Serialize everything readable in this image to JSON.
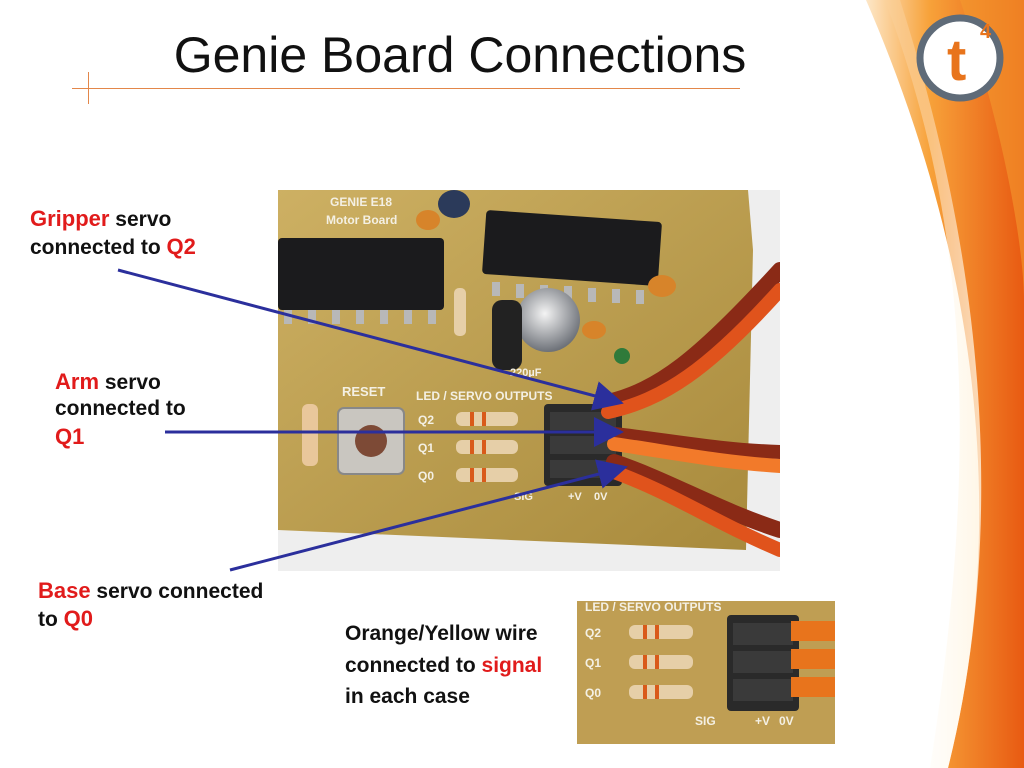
{
  "slide": {
    "title": "Genie Board Connections"
  },
  "labels": {
    "gripper": {
      "name": "Gripper",
      "mid": " servo connected to ",
      "pin": "Q2"
    },
    "arm": {
      "name": "Arm",
      "mid": " servo connected to ",
      "pin": "Q1"
    },
    "base": {
      "name": "Base",
      "mid": " servo connected to ",
      "pin": "Q0"
    },
    "note": {
      "pre": "Orange/Yellow wire connected to ",
      "highlight": "signal",
      "post": " in each case"
    }
  },
  "photo_main": {
    "board_text": [
      "GENIE E18",
      "Motor Board",
      "RESET",
      "LED / SERVO OUTPUTS",
      "Q2",
      "Q1",
      "Q0",
      "SIG",
      "+V",
      "0V",
      "220µF"
    ]
  },
  "photo_inset": {
    "board_text": [
      "LED / SERVO OUTPUTS",
      "Q2",
      "Q1",
      "Q0",
      "SIG",
      "+V",
      "0V"
    ]
  },
  "logo": {
    "letter": "t",
    "superscript": "4"
  },
  "colors": {
    "accent_red": "#e11b1b",
    "arrow_blue": "#2b2f9c",
    "swoosh_orange": "#f07a1e",
    "pcb_yellow": "#c9a850"
  }
}
